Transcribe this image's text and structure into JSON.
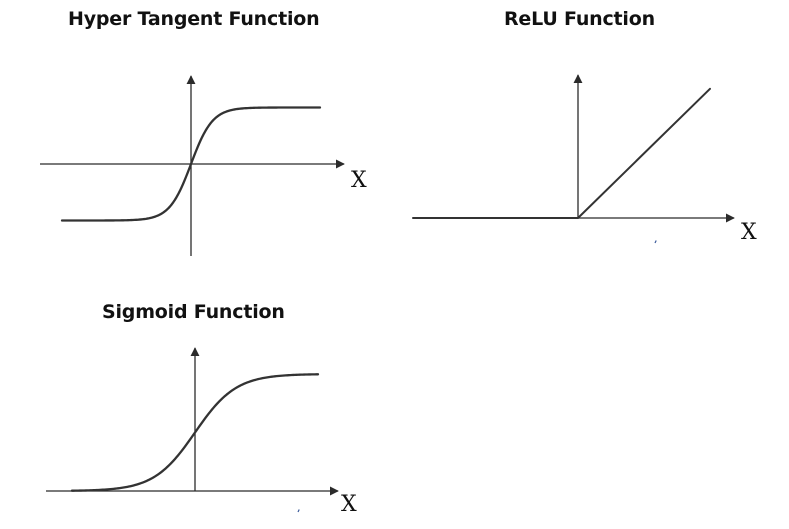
{
  "colors": {
    "axis": "#2b2b2b",
    "curve": "#333333",
    "text": "#111111",
    "background": "#ffffff"
  },
  "chart_data": [
    {
      "type": "line",
      "title": "Hyper Tangent Function",
      "xlabel": "X",
      "ylabel": "",
      "series": [
        {
          "x": [
            -6,
            -5,
            -4,
            -3,
            -2.5,
            -2,
            -1.5,
            -1,
            -0.5,
            0,
            0.5,
            1,
            1.5,
            2,
            2.5,
            3,
            4,
            5,
            6
          ],
          "values": [
            -1.0,
            -0.9999,
            -0.9993,
            -0.9951,
            -0.9866,
            -0.964,
            -0.9051,
            -0.7616,
            -0.4621,
            0,
            0.4621,
            0.7616,
            0.9051,
            0.964,
            0.9866,
            0.9951,
            0.9993,
            0.9999,
            1.0
          ]
        }
      ],
      "grid": false
    },
    {
      "type": "line",
      "title": "ReLU Function",
      "xlabel": "X",
      "ylabel": "",
      "series": [
        {
          "x": [
            -5,
            0,
            4
          ],
          "values": [
            0,
            0,
            4
          ]
        }
      ],
      "grid": false
    },
    {
      "type": "line",
      "title": "Sigmoid Function",
      "xlabel": "X",
      "ylabel": "",
      "series": [
        {
          "x": [
            -6,
            -5,
            -4,
            -3,
            -2,
            -1.5,
            -1,
            -0.5,
            0,
            0.5,
            1,
            1.5,
            2,
            3,
            4,
            5,
            6
          ],
          "values": [
            0.0025,
            0.0067,
            0.018,
            0.0474,
            0.1192,
            0.1824,
            0.2689,
            0.3775,
            0.5,
            0.6225,
            0.7311,
            0.8176,
            0.8808,
            0.9526,
            0.982,
            0.9933,
            0.9975
          ]
        }
      ],
      "grid": false
    }
  ]
}
